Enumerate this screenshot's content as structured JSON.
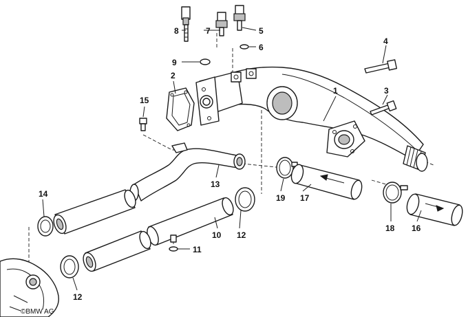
{
  "diagram": {
    "callouts": [
      "1",
      "2",
      "3",
      "4",
      "5",
      "6",
      "7",
      "8",
      "9",
      "10",
      "11",
      "12",
      "12",
      "13",
      "14",
      "15",
      "16",
      "17",
      "18",
      "19"
    ],
    "copyright": "©BMW AG"
  }
}
